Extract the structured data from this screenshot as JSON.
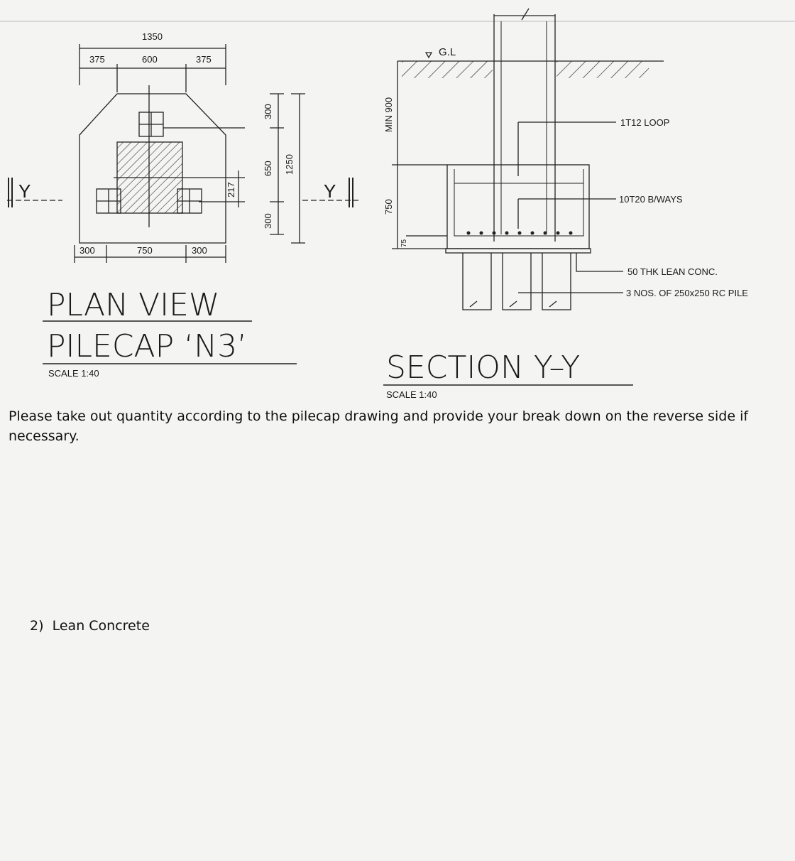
{
  "plan": {
    "dims": {
      "overall_width": "1350",
      "left_edge": "375",
      "center_width": "600",
      "right_edge": "375",
      "bottom_left": "300",
      "bottom_center": "750",
      "bottom_right": "300",
      "v_top": "300",
      "v_middle": "650",
      "v_bottom": "300",
      "v_overall": "1250",
      "v_offset": "217"
    },
    "section_mark_left": "Y",
    "section_mark_right": "Y",
    "title_line1": "PLAN  VIEW",
    "title_line2": "PILECAP  ‘N3’",
    "scale": "SCALE  1:40"
  },
  "section": {
    "ground_label": "G.L",
    "depth_label": "MIN 900",
    "cap_depth": "750",
    "cover": "75",
    "labels": {
      "loop": "1T12  LOOP",
      "bars": "10T20  B/WAYS",
      "lean": "50  THK  LEAN  CONC.",
      "piles": "3  NOS.  OF  250x250  RC  PILE"
    },
    "title": "SECTION  Y–Y",
    "scale": "SCALE  1:40"
  },
  "instruction": "Please take out quantity according to the pilecap drawing and provide your break down on the reverse side if necessary.",
  "question": {
    "number": "2)",
    "text": "Lean Concrete"
  }
}
